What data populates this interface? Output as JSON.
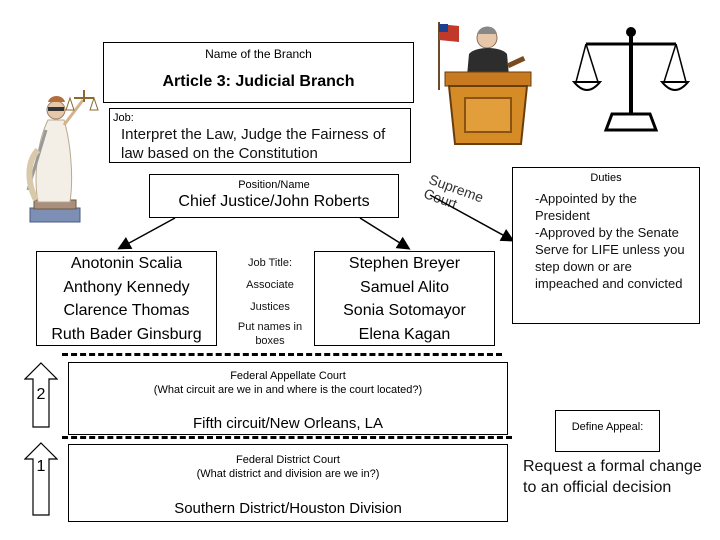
{
  "branch": {
    "name_label": "Name of the Branch",
    "title": "Article 3: Judicial Branch"
  },
  "job": {
    "label": "Job:",
    "text": "Interpret the Law, Judge the Fairness of law based on the Constitution"
  },
  "position": {
    "label": "Position/Name",
    "value": "Chief Justice/John Roberts"
  },
  "supreme_court_rotated": "Supreme Court",
  "justices_left": [
    "Anotonin Scalia",
    "Anthony Kennedy",
    "Clarence Thomas",
    "Ruth Bader Ginsburg"
  ],
  "justices_right": [
    "Stephen Breyer",
    "Samuel Alito",
    "Sonia Sotomayor",
    "Elena Kagan"
  ],
  "middle_labels": {
    "job_title": "Job Title:",
    "associate": "Associate",
    "justices": "Justices",
    "put_names": "Put names in boxes"
  },
  "duties": {
    "label": "Duties",
    "text": "-Appointed by the President\n-Approved by the Senate\nServe for LIFE unless you step down or are impeached and convicted"
  },
  "appellate": {
    "title": "Federal Appellate Court",
    "question": "(What circuit are we in and where is the court located?)",
    "answer": "Fifth circuit/New Orleans, LA"
  },
  "define_appeal": {
    "label": "Define Appeal:",
    "text": "Request a formal change to an official decision"
  },
  "district": {
    "title": "Federal District Court",
    "question": "(What district and division are we in?)",
    "answer": "Southern District/Houston Division"
  },
  "levels": {
    "two": "2",
    "one": "1"
  },
  "icons": [
    "lady-justice-statue",
    "judge-at-bench",
    "balance-scales"
  ]
}
